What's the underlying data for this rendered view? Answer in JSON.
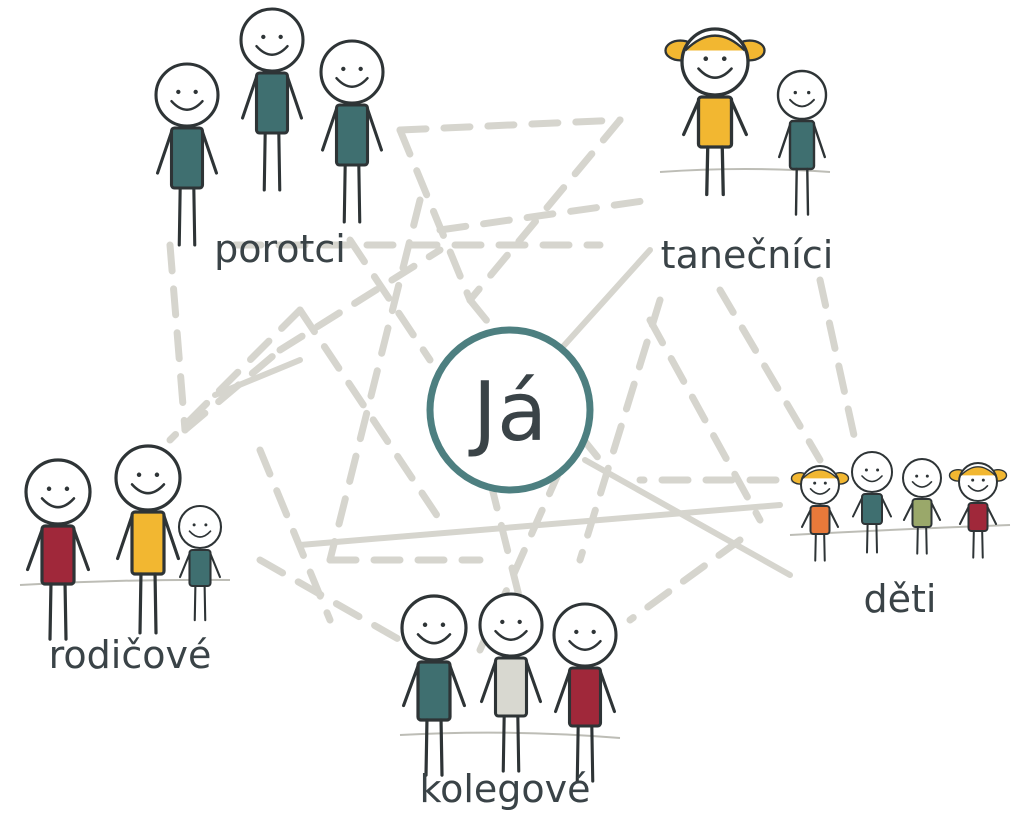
{
  "center": {
    "label": "Já"
  },
  "groups": [
    {
      "id": "porotci",
      "label": "porotci"
    },
    {
      "id": "tanecnici",
      "label": "tanečníci"
    },
    {
      "id": "deti",
      "label": "děti"
    },
    {
      "id": "kolegove",
      "label": "kolegové"
    },
    {
      "id": "rodicove",
      "label": "rodičové"
    }
  ],
  "colors": {
    "teal": "#3f6f70",
    "yellow": "#f2b731",
    "red": "#a0283a",
    "orange": "#e8793a",
    "olive": "#9aa86a",
    "grey": "#d8d8d0",
    "line": "#d6d5ce",
    "ink": "#2e3436",
    "circle": "#4d7f80"
  },
  "figures": [
    {
      "group": "porotci",
      "shirt": "teal"
    },
    {
      "group": "porotci",
      "shirt": "teal"
    },
    {
      "group": "porotci",
      "shirt": "teal"
    },
    {
      "group": "tanecnici",
      "shirt": "yellow",
      "pigtails": true
    },
    {
      "group": "tanecnici",
      "shirt": "teal"
    },
    {
      "group": "deti",
      "shirt": "orange",
      "pigtails": true
    },
    {
      "group": "deti",
      "shirt": "teal"
    },
    {
      "group": "deti",
      "shirt": "olive"
    },
    {
      "group": "deti",
      "shirt": "red",
      "pigtails": true
    },
    {
      "group": "kolegove",
      "shirt": "teal"
    },
    {
      "group": "kolegove",
      "shirt": "grey"
    },
    {
      "group": "kolegove",
      "shirt": "red"
    },
    {
      "group": "rodicove",
      "shirt": "red"
    },
    {
      "group": "rodicove",
      "shirt": "yellow"
    },
    {
      "group": "rodicove",
      "shirt": "teal"
    }
  ]
}
